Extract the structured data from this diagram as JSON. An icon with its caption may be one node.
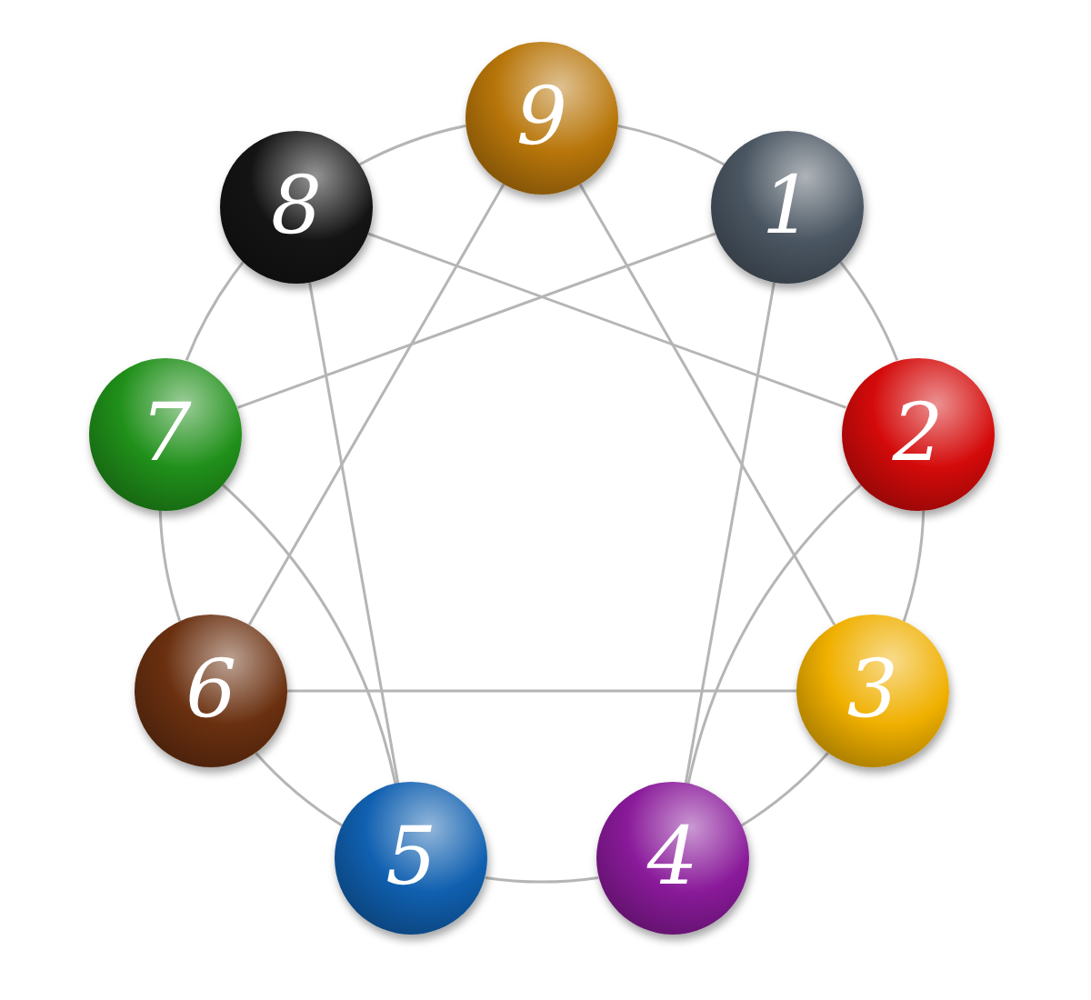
{
  "diagram": {
    "nodes": [
      {
        "text": [
          "9"
        ]
      },
      {
        "text": [
          "1"
        ]
      },
      {
        "text": [
          "2"
        ]
      },
      {
        "text": [
          "3"
        ]
      },
      {
        "text": [
          "4"
        ]
      },
      {
        "text": [
          "5"
        ]
      },
      {
        "text": [
          "6"
        ]
      },
      {
        "text": [
          "7"
        ]
      },
      {
        "text": [
          "8"
        ]
      }
    ],
    "edges": [
      {
        "from": 0,
        "to": 1,
        "arrow": "none"
      },
      {
        "from": 1,
        "to": 2,
        "arrow": "none"
      },
      {
        "from": 2,
        "to": 3,
        "arrow": "none"
      },
      {
        "from": 3,
        "to": 4,
        "arrow": "none"
      },
      {
        "from": 4,
        "to": 5,
        "arrow": "none"
      },
      {
        "from": 5,
        "to": 6,
        "arrow": "none"
      },
      {
        "from": 6,
        "to": 7,
        "arrow": "none"
      },
      {
        "from": 7,
        "to": 8,
        "arrow": "none"
      },
      {
        "from": 8,
        "to": 0,
        "arrow": "none"
      },
      {
        "from": 0,
        "to": 3,
        "arrow": "none"
      },
      {
        "from": 3,
        "to": 6,
        "arrow": "none"
      },
      {
        "from": 6,
        "to": 0,
        "arrow": "none"
      },
      {
        "from": 1,
        "to": 4,
        "arrow": "none"
      },
      {
        "from": 4,
        "to": 2,
        "arrow": "none"
      },
      {
        "from": 2,
        "to": 8,
        "arrow": "none"
      },
      {
        "from": 8,
        "to": 5,
        "arrow": "none"
      },
      {
        "from": 5,
        "to": 7,
        "arrow": "none"
      },
      {
        "from": 7,
        "to": 1,
        "arrow": "none"
      }
    ]
  }
}
